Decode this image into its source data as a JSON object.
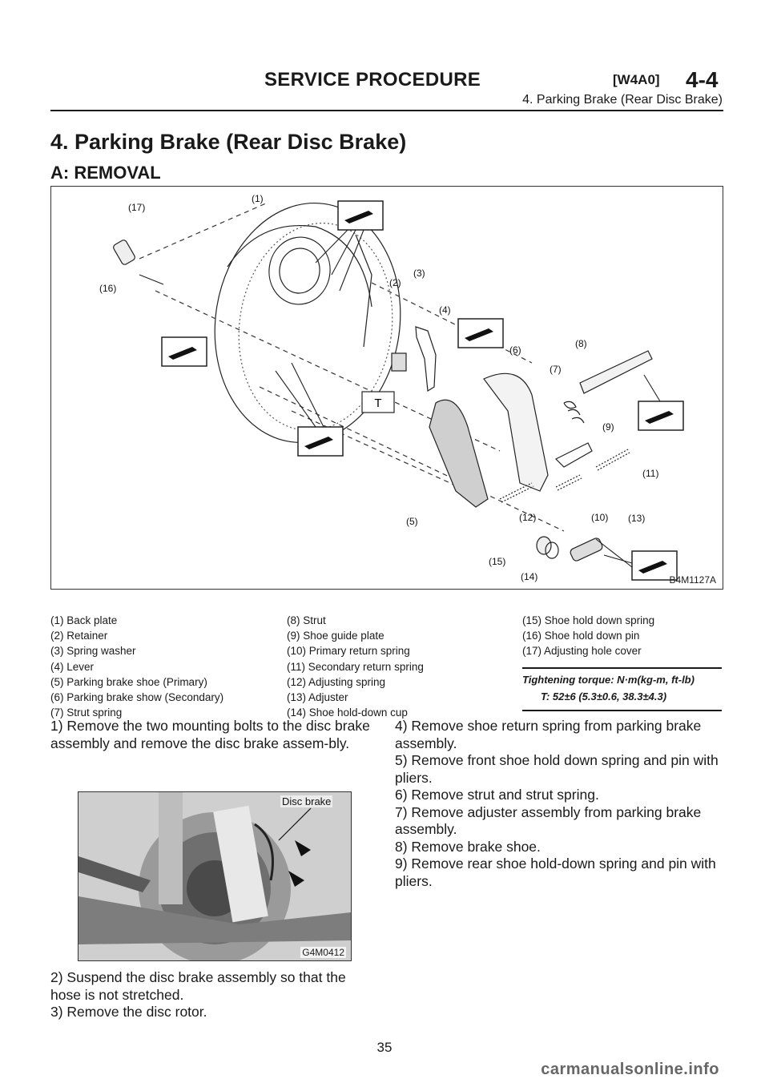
{
  "header": {
    "title": "SERVICE PROCEDURE",
    "code": "[W4A0]",
    "section": "4-4",
    "subtitle": "4. Parking Brake (Rear Disc Brake)"
  },
  "section_title": "4. Parking Brake (Rear Disc Brake)",
  "subsection_title": "A: REMOVAL",
  "figure": {
    "code": "B4M1127A",
    "callouts": [
      "(1)",
      "(2)",
      "(3)",
      "(4)",
      "(5)",
      "(6)",
      "(7)",
      "(8)",
      "(9)",
      "(10)",
      "(11)",
      "(12)",
      "(13)",
      "(14)",
      "(15)",
      "(16)",
      "(17)"
    ],
    "torque_marker": "T"
  },
  "legend": {
    "col1": [
      "(1) Back plate",
      "(2) Retainer",
      "(3) Spring washer",
      "(4) Lever",
      "(5) Parking brake shoe (Primary)",
      "(6) Parking brake show (Secondary)",
      "(7) Strut spring"
    ],
    "col2": [
      "(8) Strut",
      "(9) Shoe guide plate",
      "(10) Primary return spring",
      "(11) Secondary return spring",
      "(12) Adjusting spring",
      "(13) Adjuster",
      "(14) Shoe hold-down cup"
    ],
    "col3": [
      "(15) Shoe hold down spring",
      "(16) Shoe hold down pin",
      "(17) Adjusting hole cover"
    ]
  },
  "torque": {
    "label": "Tightening torque: N·m(kg-m, ft-lb)",
    "value": "T: 52±6 (5.3±0.6, 38.3±4.3)"
  },
  "steps_left": {
    "step1": "1) Remove the two mounting bolts to the disc brake assembly and remove the disc brake assem-bly.",
    "step2": "2) Suspend the disc brake assembly so that the hose is not stretched.",
    "step3": "3) Remove the disc rotor."
  },
  "photo": {
    "label": "Disc brake",
    "code": "G4M0412"
  },
  "steps_right": [
    "4) Remove shoe return spring from parking brake assembly.",
    "5) Remove front shoe hold down spring and pin with pliers.",
    "6) Remove strut and strut spring.",
    "7) Remove adjuster assembly from parking brake assembly.",
    "8) Remove brake shoe.",
    "9) Remove rear shoe hold-down spring and pin with pliers."
  ],
  "page_number": "35",
  "watermark": "carmanualsonline.info"
}
